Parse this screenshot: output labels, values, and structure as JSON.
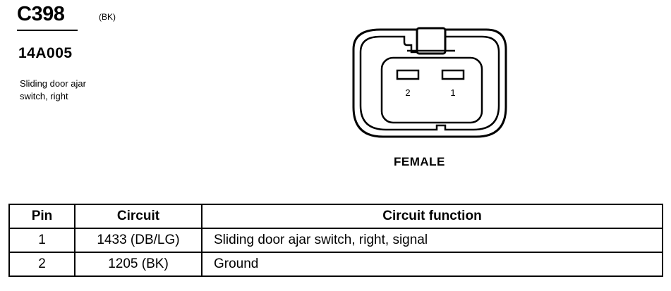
{
  "header": {
    "connector_id": "C398",
    "connector_color": "(BK)",
    "part_number": "14A005",
    "description_lines": [
      "Sliding door ajar",
      "switch, right"
    ]
  },
  "diagram": {
    "pin_labels": [
      "2",
      "1"
    ],
    "gender": "FEMALE"
  },
  "table": {
    "headers": [
      "Pin",
      "Circuit",
      "Circuit function"
    ],
    "rows": [
      [
        "1",
        "1433 (DB/LG)",
        "Sliding door ajar switch, right, signal"
      ],
      [
        "2",
        "1205 (BK)",
        "Ground"
      ]
    ]
  }
}
